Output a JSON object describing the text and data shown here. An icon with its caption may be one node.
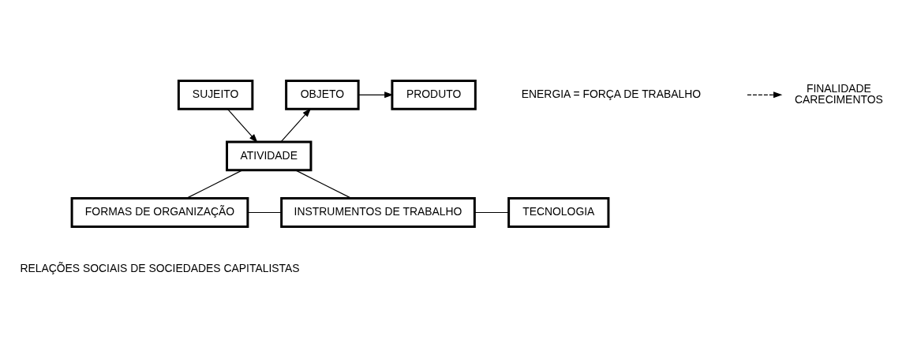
{
  "diagram": {
    "nodes": [
      {
        "text": [
          "SUJEITO"
        ]
      },
      {
        "text": [
          "OBJETO"
        ]
      },
      {
        "text": [
          "PRODUTO"
        ]
      },
      {
        "text": [
          "ATIVIDADE"
        ]
      },
      {
        "text": [
          "FORMAS DE ORGANIZAÇÃO"
        ]
      },
      {
        "text": [
          "INSTRUMENTOS DE TRABALHO"
        ]
      },
      {
        "text": [
          "TECNOLOGIA"
        ]
      },
      {
        "text": [
          "FINALIDADE",
          "CARECIMENTOS"
        ]
      }
    ],
    "edges": [
      {
        "from": null,
        "to": 7,
        "arrow": "to",
        "style": "dashed"
      },
      {
        "from": 0,
        "to": 3,
        "arrow": "to"
      },
      {
        "from": 3,
        "to": 1,
        "arrow": "to"
      },
      {
        "from": 1,
        "to": 2,
        "arrow": "to"
      },
      {
        "from": 4,
        "to": 3,
        "arrow": "none"
      },
      {
        "from": 3,
        "to": 5,
        "arrow": "none"
      },
      {
        "from": 4,
        "to": 5,
        "arrow": "none"
      },
      {
        "from": 5,
        "to": 6,
        "arrow": "none"
      }
    ],
    "labels": [
      "ENERGIA = FORÇA DE TRABALHO",
      "RELAÇÕES SOCIAIS DE SOCIEDADES CAPITALISTAS"
    ]
  }
}
